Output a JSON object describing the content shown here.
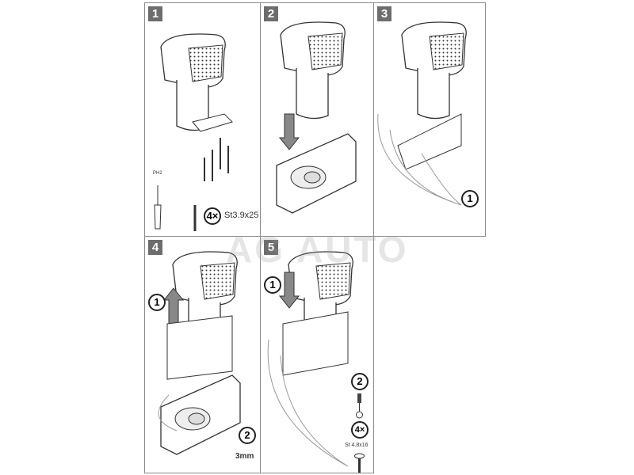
{
  "steps": [
    {
      "number": "1",
      "tool_label": "PH2",
      "screw_count": "4×",
      "screw_spec": "St3.9x25"
    },
    {
      "number": "2"
    },
    {
      "number": "3",
      "callout": "1"
    },
    {
      "number": "4",
      "callout_a": "1",
      "callout_b": "2",
      "hex_size": "3mm"
    },
    {
      "number": "5",
      "callout_a": "1",
      "callout_b": "2",
      "screw_count": "4×",
      "screw_spec": "St 4.8x16"
    }
  ],
  "watermark": "AG AUTO"
}
